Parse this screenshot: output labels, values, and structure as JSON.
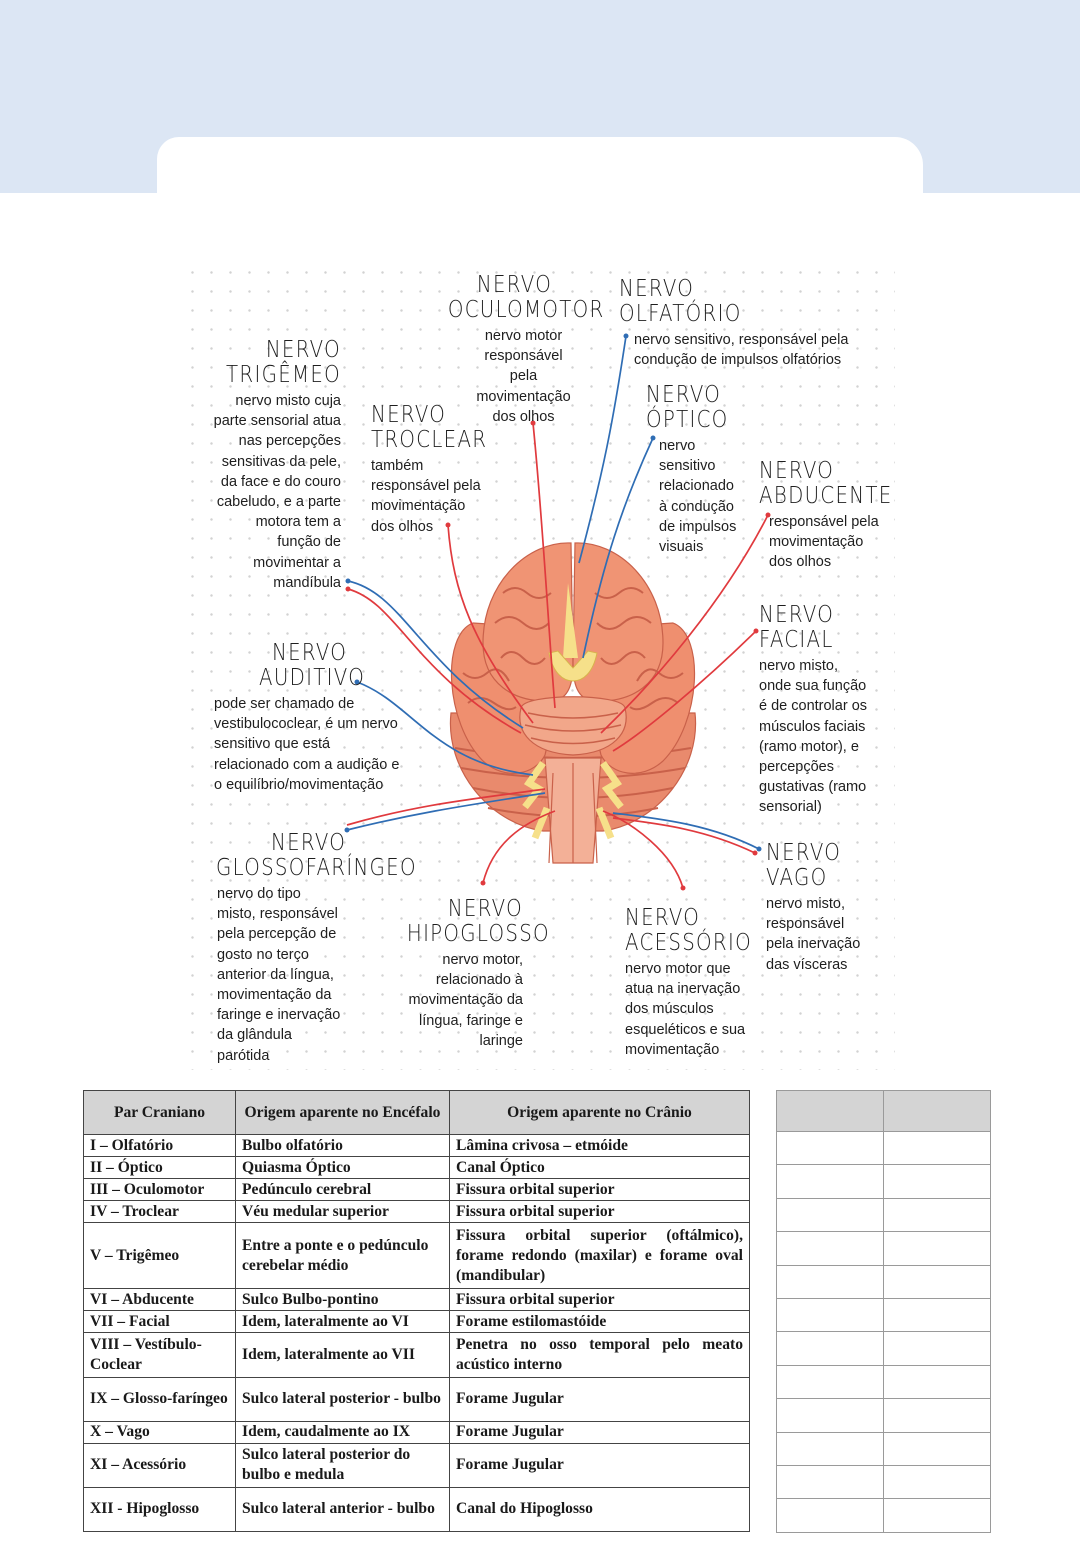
{
  "nerves": {
    "trigemeo": {
      "title1": "NERVO",
      "title2": "TRIGÊMEO",
      "lines": [
        "nervo misto cuja",
        "parte sensorial atua",
        "nas percepções",
        "sensitivas da pele,",
        "da face e do couro",
        "cabeludo, e a parte",
        "motora tem a",
        "função de",
        "movimentar a",
        "mandíbula"
      ]
    },
    "troclear": {
      "title1": "NERVO",
      "title2": "TROCLEAR",
      "lines": [
        "também",
        "responsável pela",
        "movimentação",
        "dos olhos"
      ]
    },
    "oculomotor": {
      "title1": "NERVO",
      "title2": "OCULOMOTOR",
      "lines": [
        "nervo motor",
        "responsável",
        "pela",
        "movimentação",
        "dos olhos"
      ]
    },
    "olfatorio": {
      "title1": "NERVO",
      "title2": "OLFATÓRIO",
      "lines": [
        "nervo sensitivo, responsável pela",
        "condução de impulsos olfatórios"
      ]
    },
    "optico": {
      "title1": "NERVO",
      "title2": "ÓPTICO",
      "lines": [
        "nervo",
        "sensitivo",
        "relacionado",
        "à condução",
        "de impulsos",
        "visuais"
      ]
    },
    "abducente": {
      "title1": "NERVO",
      "title2": "ABDUCENTE",
      "lines": [
        "responsável pela",
        "movimentação",
        "dos olhos"
      ]
    },
    "facial": {
      "title1": "NERVO",
      "title2": "FACIAL",
      "lines": [
        "nervo misto,",
        "onde sua função",
        "é de controlar os",
        "músculos faciais",
        "(ramo motor), e",
        "percepções",
        "gustativas (ramo",
        "sensorial)"
      ]
    },
    "auditivo": {
      "title1": "NERVO",
      "title2": "AUDITIVO",
      "lines": [
        "pode ser chamado de",
        "vestibulococlear, é um nervo",
        "sensitivo que está",
        "relacionado com a audição e",
        "o equilíbrio/movimentação"
      ]
    },
    "glossofaringeo": {
      "title1": "NERVO",
      "title2": "GLOSSOFARÍNGEO",
      "lines": [
        "nervo do tipo",
        "misto, responsável",
        "pela percepção de",
        "gosto no terço",
        "anterior da língua,",
        "movimentação da",
        "faringe e inervação",
        "da glândula",
        "parótida"
      ]
    },
    "hipoglosso": {
      "title1": "NERVO",
      "title2": "HIPOGLOSSO",
      "lines": [
        "nervo motor,",
        "relacionado à",
        "movimentação da",
        "língua, faringe e",
        "laringe"
      ]
    },
    "acessorio": {
      "title1": "NERVO",
      "title2": "ACESSÓRIO",
      "lines": [
        "nervo motor que",
        "atua na inervação",
        "dos músculos",
        "esqueléticos e sua",
        "movimentação"
      ]
    },
    "vago": {
      "title1": "NERVO",
      "title2": "VAGO",
      "lines": [
        "nervo misto,",
        "responsável",
        "pela inervação",
        "das vísceras"
      ]
    }
  },
  "colors": {
    "sensory_line": "#2f6db4",
    "motor_line": "#e03a3e",
    "brain": "#ef8f6f",
    "brain_dark": "#d9694f",
    "nerve_tissue": "#f6e08a",
    "header_band": "#dce6f4"
  },
  "table": {
    "headers": [
      "Par Craniano",
      "Origem aparente no Encéfalo",
      "Origem aparente no Crânio"
    ],
    "rows": [
      [
        "I – Olfatório",
        "Bulbo olfatório",
        "Lâmina crivosa – etmóide"
      ],
      [
        "II – Óptico",
        "Quiasma Óptico",
        "Canal Óptico"
      ],
      [
        "III – Oculomotor",
        "Pedúnculo cerebral",
        "Fissura orbital superior"
      ],
      [
        "IV – Troclear",
        "Véu medular superior",
        "Fissura orbital superior"
      ],
      [
        "V – Trigêmeo",
        "Entre a ponte e o pedúnculo cerebelar médio",
        "Fissura orbital superior (oftálmico), forame redondo (maxilar) e forame oval (mandibular)"
      ],
      [
        "VI – Abducente",
        "Sulco Bulbo-pontino",
        "Fissura orbital superior"
      ],
      [
        "VII – Facial",
        "Idem, lateralmente ao VI",
        "Forame estilomastóide"
      ],
      [
        "VIII – Vestíbulo-Coclear",
        "Idem, lateralmente ao VII",
        "Penetra no osso temporal pelo meato acústico interno"
      ],
      [
        "IX – Glosso-faríngeo",
        "Sulco lateral posterior - bulbo",
        "Forame Jugular"
      ],
      [
        "X – Vago",
        "Idem, caudalmente ao IX",
        "Forame Jugular"
      ],
      [
        "XI – Acessório",
        "Sulco lateral posterior do bulbo e medula",
        "Forame Jugular"
      ],
      [
        "XII - Hipoglosso",
        "Sulco lateral anterior - bulbo",
        "Canal do Hipoglosso"
      ]
    ]
  }
}
